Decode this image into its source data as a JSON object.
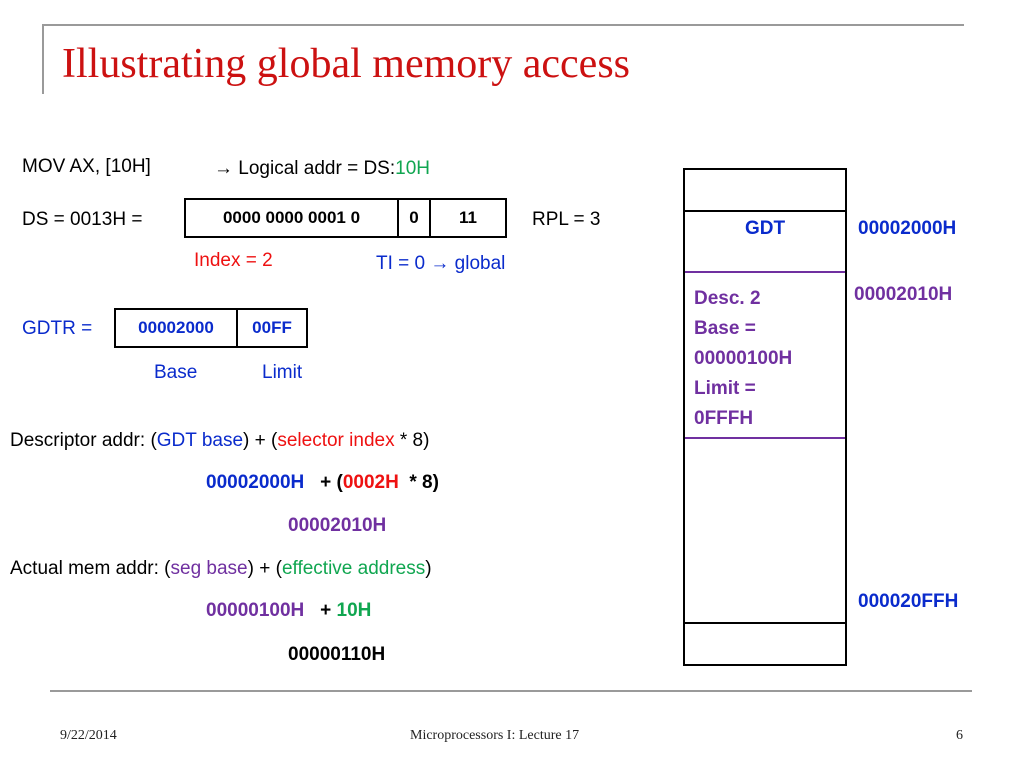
{
  "slide": {
    "title": "Illustrating global memory access",
    "instruction": "MOV AX, [10H]",
    "arrow1": "→",
    "logical_prefix": "Logical addr = DS:",
    "logical_offset": "10H",
    "ds_label": "DS = 0013H =",
    "selector": {
      "index_bits": "0000 0000 0001 0",
      "ti_bit": "0",
      "rpl_bits": "11"
    },
    "rpl_label": "RPL = 3",
    "index_label": "Index = 2",
    "ti_label_prefix": "TI = 0",
    "arrow2": "→",
    "ti_label_suffix": "global",
    "gdtr_label": "GDTR =",
    "gdtr": {
      "base": "00002000",
      "limit": "00FF"
    },
    "base_label": "Base",
    "limit_label": "Limit",
    "desc_addr": {
      "prefix": "Descriptor addr: (",
      "term1": "GDT base",
      "mid": ") + (",
      "term2": "selector index",
      "suffix": " * 8)",
      "calc_base": "00002000H",
      "calc_plus": "+ (",
      "calc_index": "0002H",
      "calc_mult": "* 8)",
      "result": "00002010H"
    },
    "mem_addr": {
      "prefix": "Actual mem addr: (",
      "term1": "seg base",
      "mid": ") + (",
      "term2": "effective address",
      "suffix": ")",
      "calc_base": "00000100H",
      "calc_plus": "+",
      "calc_offset": "10H",
      "result": "00000110H"
    },
    "gdt": {
      "label": "GDT",
      "desc_lines": [
        "Desc. 2",
        "Base =",
        "00000100H",
        "Limit =",
        "0FFFH"
      ]
    },
    "addresses": {
      "gdt_start": "00002000H",
      "desc2": "00002010H",
      "gdt_end": "000020FFH"
    }
  },
  "footer": {
    "date": "9/22/2014",
    "course": "Microprocessors I:   Lecture 17",
    "page": "6"
  },
  "colors": {
    "title": "#cc1111",
    "red": "#ee1111",
    "blue": "#0a2bcc",
    "purple": "#7030a0",
    "green": "#10a650"
  }
}
